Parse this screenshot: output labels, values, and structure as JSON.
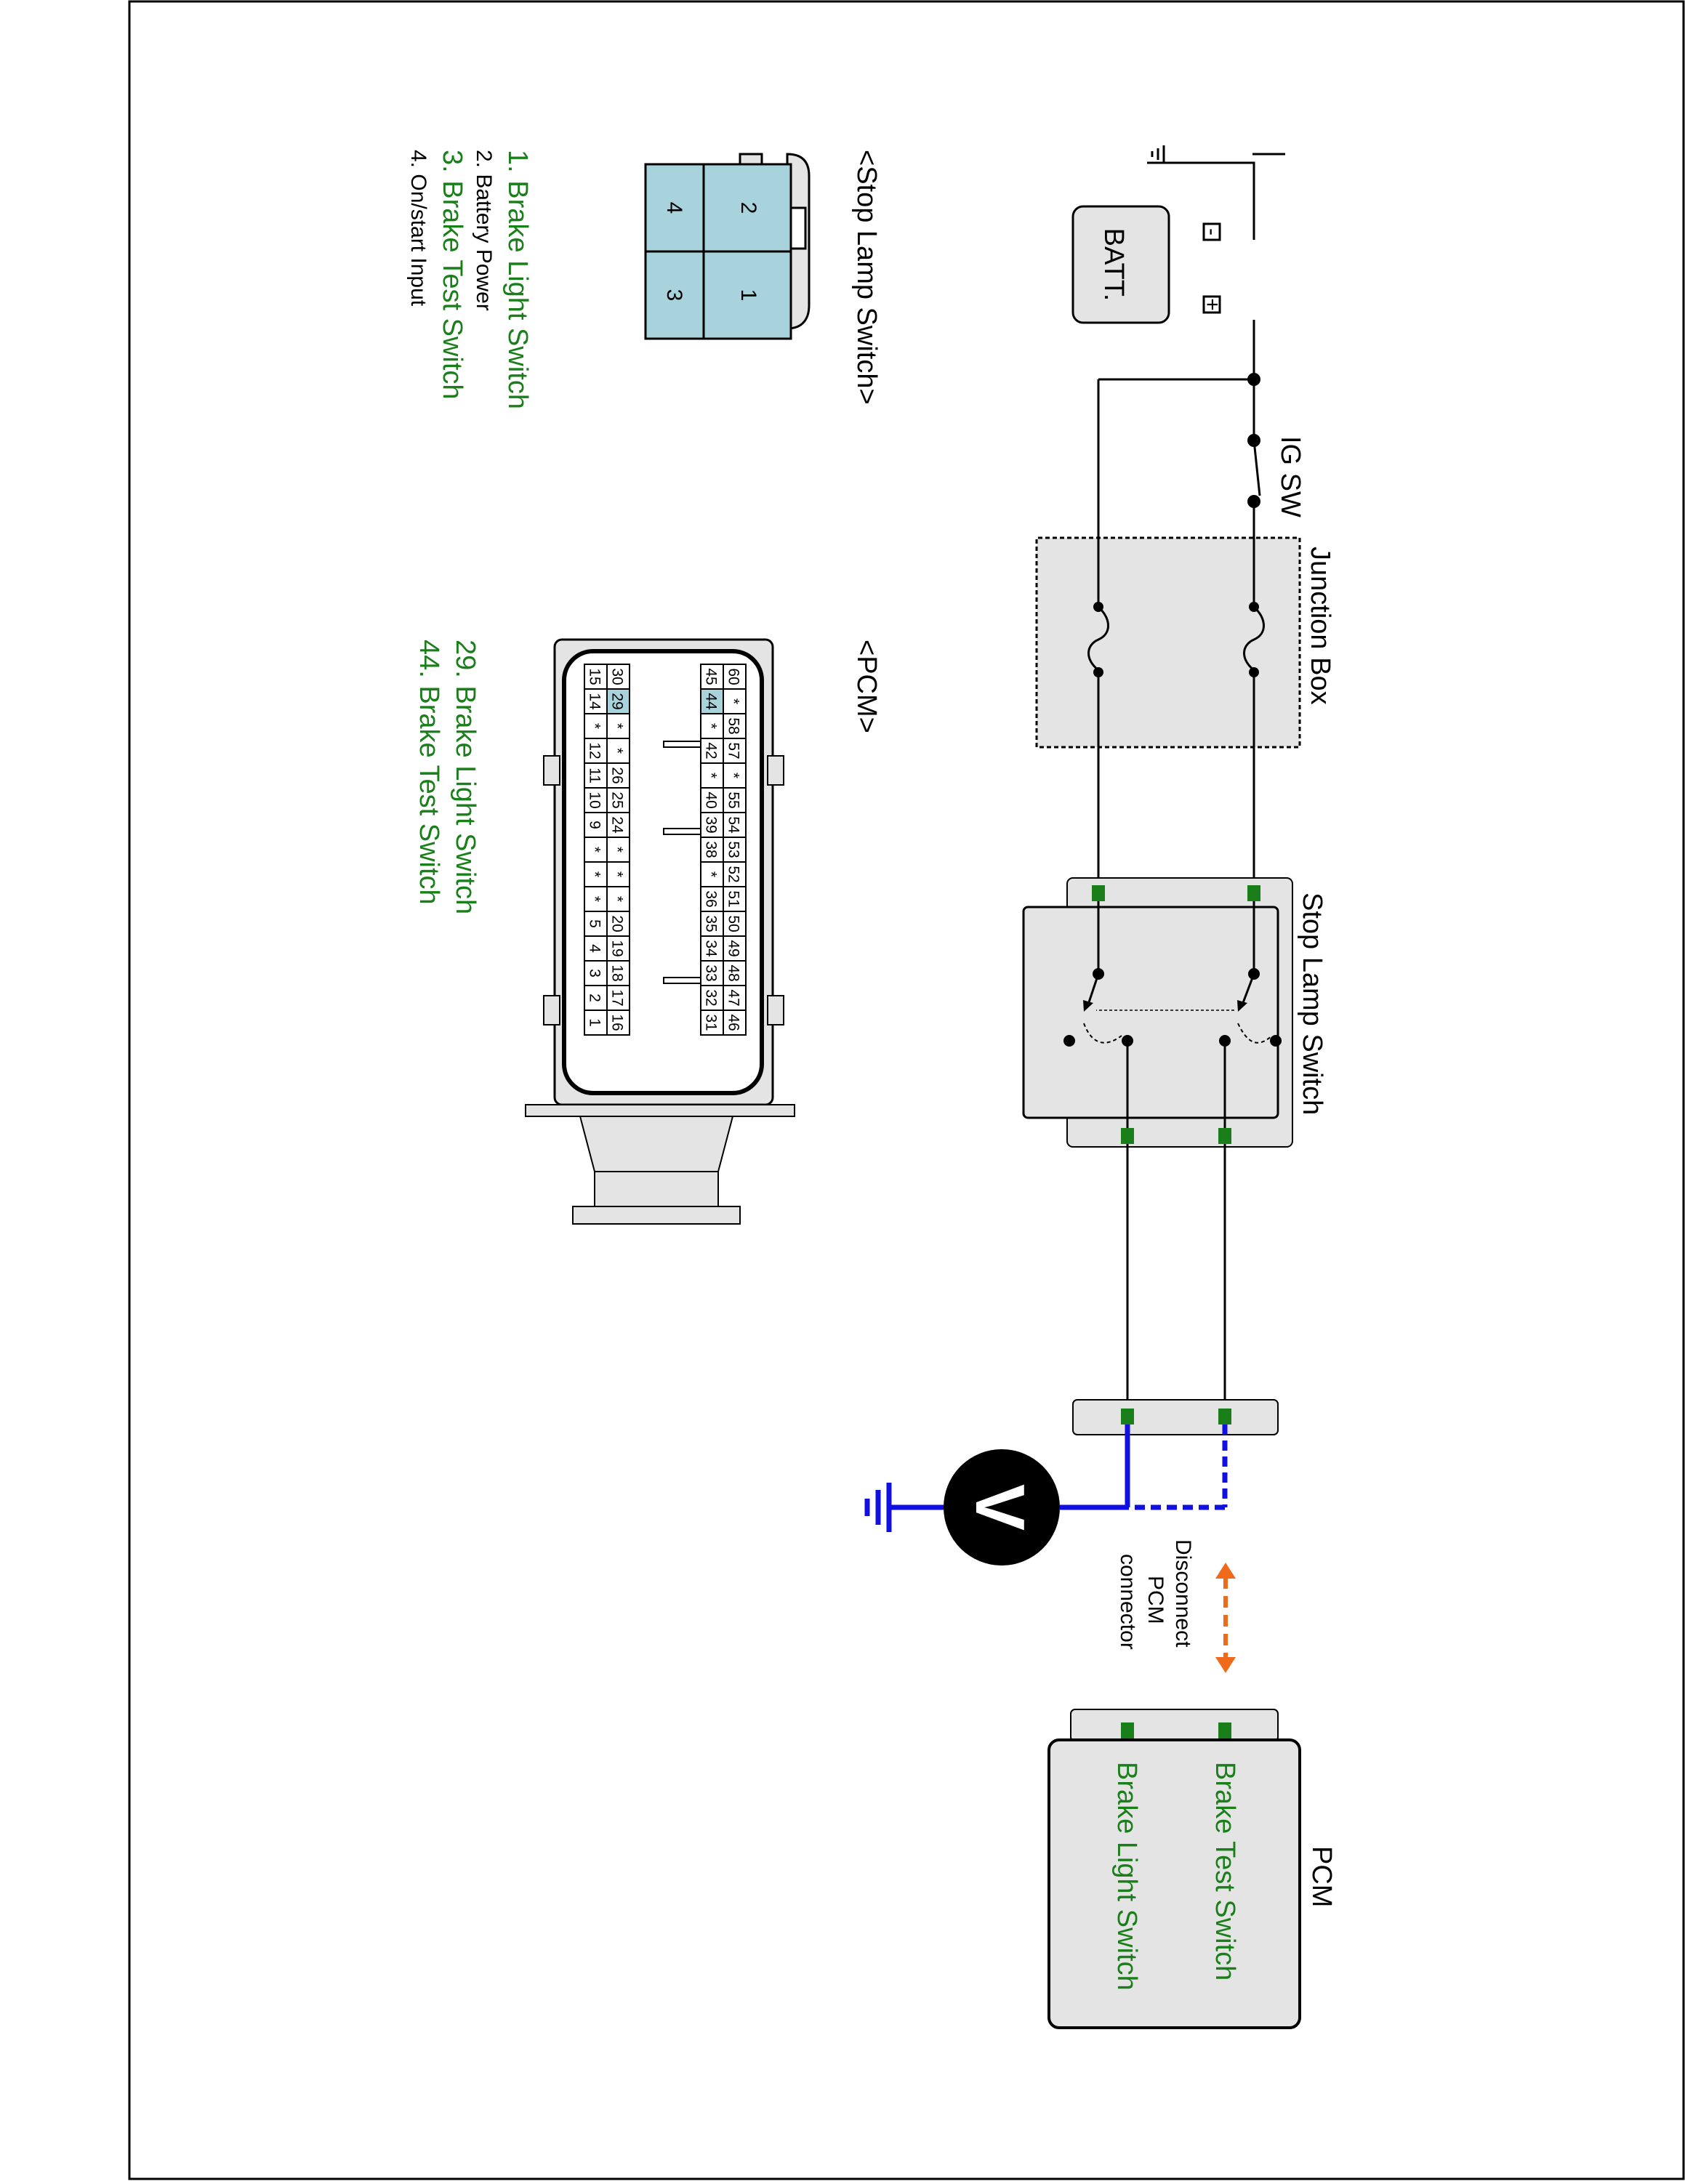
{
  "diagram": {
    "battery": {
      "label": "BATT.",
      "minus": "-",
      "plus": "+"
    },
    "ig_switch": "IG SW",
    "junction_box": "Junction Box",
    "stop_lamp_switch": "Stop Lamp Switch",
    "disconnect_note": [
      "Disconnect",
      "PCM",
      "connector"
    ],
    "meter_symbol": "V",
    "pcm": {
      "title": "PCM",
      "inputs": [
        "Brake Test Switch",
        "Brake Light Switch"
      ]
    }
  },
  "stop_lamp_connector": {
    "title": "<Stop Lamp Switch>",
    "cavities": [
      "2",
      "1",
      "4",
      "3"
    ],
    "pins": [
      {
        "text": "1. Brake Light Switch",
        "highlight": true
      },
      {
        "text": "2. Battery Power",
        "highlight": false
      },
      {
        "text": "3. Brake Test Switch",
        "highlight": true
      },
      {
        "text": "4. On/start Input",
        "highlight": false
      }
    ]
  },
  "pcm_connector": {
    "title": "<PCM>",
    "rows": [
      [
        "60",
        "*",
        "58",
        "57",
        "*",
        "55",
        "54",
        "53",
        "52",
        "51",
        "50",
        "49",
        "48",
        "47",
        "46"
      ],
      [
        "45",
        "44",
        "*",
        "42",
        "*",
        "40",
        "39",
        "38",
        "*",
        "36",
        "35",
        "34",
        "33",
        "32",
        "31"
      ],
      [
        "30",
        "29",
        "*",
        "*",
        "26",
        "25",
        "24",
        "*",
        "*",
        "*",
        "20",
        "19",
        "18",
        "17",
        "16"
      ],
      [
        "15",
        "14",
        "*",
        "12",
        "11",
        "10",
        "9",
        "*",
        "*",
        "*",
        "5",
        "4",
        "3",
        "2",
        "1"
      ]
    ],
    "highlighted": [
      "44",
      "29"
    ],
    "pins": [
      "29. Brake Light Switch",
      "44. Brake Test Switch"
    ]
  },
  "colors": {
    "terminal": "#1a7f1a",
    "highlight_text": "#1a7f1a",
    "probe_wire": "#1010e0",
    "arrow": "#f06a1c",
    "connector_fill": "#a9d3dc",
    "box_fill": "#e4e4e4"
  }
}
